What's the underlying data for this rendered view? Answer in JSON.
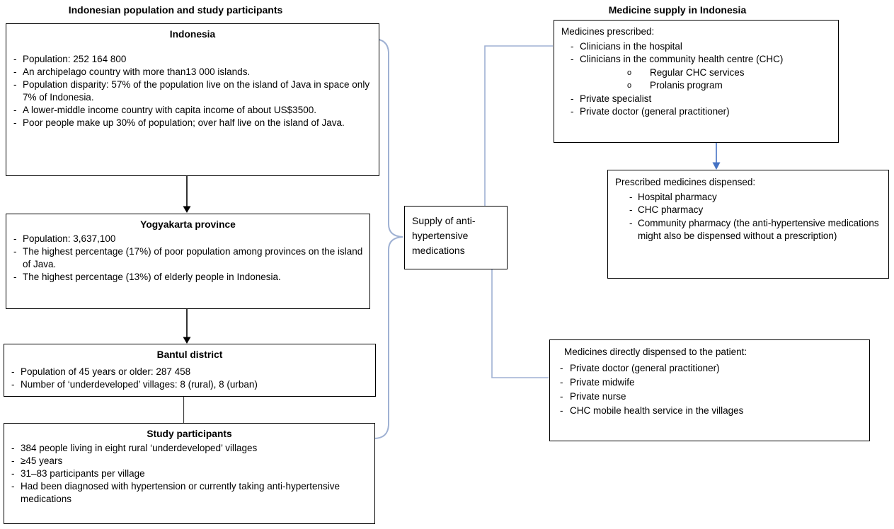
{
  "headings": {
    "left": "Indonesian population and study participants",
    "right": "Medicine supply in Indonesia"
  },
  "markers": {
    "dash": "-",
    "circle": "o"
  },
  "left_column": {
    "boxes": [
      {
        "title": "Indonesia",
        "items": [
          "Population: 252 164 800",
          "An archipelago country with more than13 000 islands.",
          "Population disparity: 57% of the population live on the island of Java in space only 7% of Indonesia.",
          "A lower-middle income country with capita income of about US$3500.",
          "Poor people make up 30% of population; over half live on the island of Java."
        ]
      },
      {
        "title": "Yogyakarta province",
        "items": [
          "Population: 3,637,100",
          "The highest percentage (17%) of poor population among provinces on the island of Java.",
          "The highest percentage (13%) of elderly people in Indonesia."
        ]
      },
      {
        "title": "Bantul district",
        "items": [
          "Population of 45 years or older: 287 458",
          "Number of ‘underdeveloped’ villages: 8 (rural), 8 (urban)"
        ]
      },
      {
        "title": "Study participants",
        "items": [
          "384 people living in eight rural ‘underdeveloped’ villages",
          "≥45 years",
          "31–83 participants per village",
          "Had been diagnosed with hypertension or currently taking anti-hypertensive medications"
        ]
      }
    ]
  },
  "center_box": {
    "text": "Supply of anti-hypertensive medications"
  },
  "right_column": {
    "boxes": [
      {
        "title": "Medicines prescribed:",
        "items": [
          {
            "level": 1,
            "text": "Clinicians in the hospital"
          },
          {
            "level": 1,
            "text": "Clinicians in the community health centre (CHC)"
          },
          {
            "level": 2,
            "text": "Regular CHC services"
          },
          {
            "level": 2,
            "text": "Prolanis program"
          },
          {
            "level": 1,
            "text": "Private specialist"
          },
          {
            "level": 1,
            "text": "Private doctor (general practitioner)"
          }
        ]
      },
      {
        "title": "Prescribed medicines dispensed:",
        "items": [
          "Hospital pharmacy",
          "CHC pharmacy",
          "Community pharmacy (the anti-hypertensive medications might also be dispensed without a prescription)"
        ]
      },
      {
        "title": "Medicines directly dispensed to the patient:",
        "items": [
          "Private doctor (general practitioner)",
          "Private midwife",
          "Private nurse",
          "CHC mobile health service in the villages"
        ]
      }
    ]
  },
  "colors": {
    "box_border": "#000000",
    "connector_blue": "#9fb1d3",
    "arrow_blue": "#4472c4",
    "arrow_black": "#000000"
  }
}
